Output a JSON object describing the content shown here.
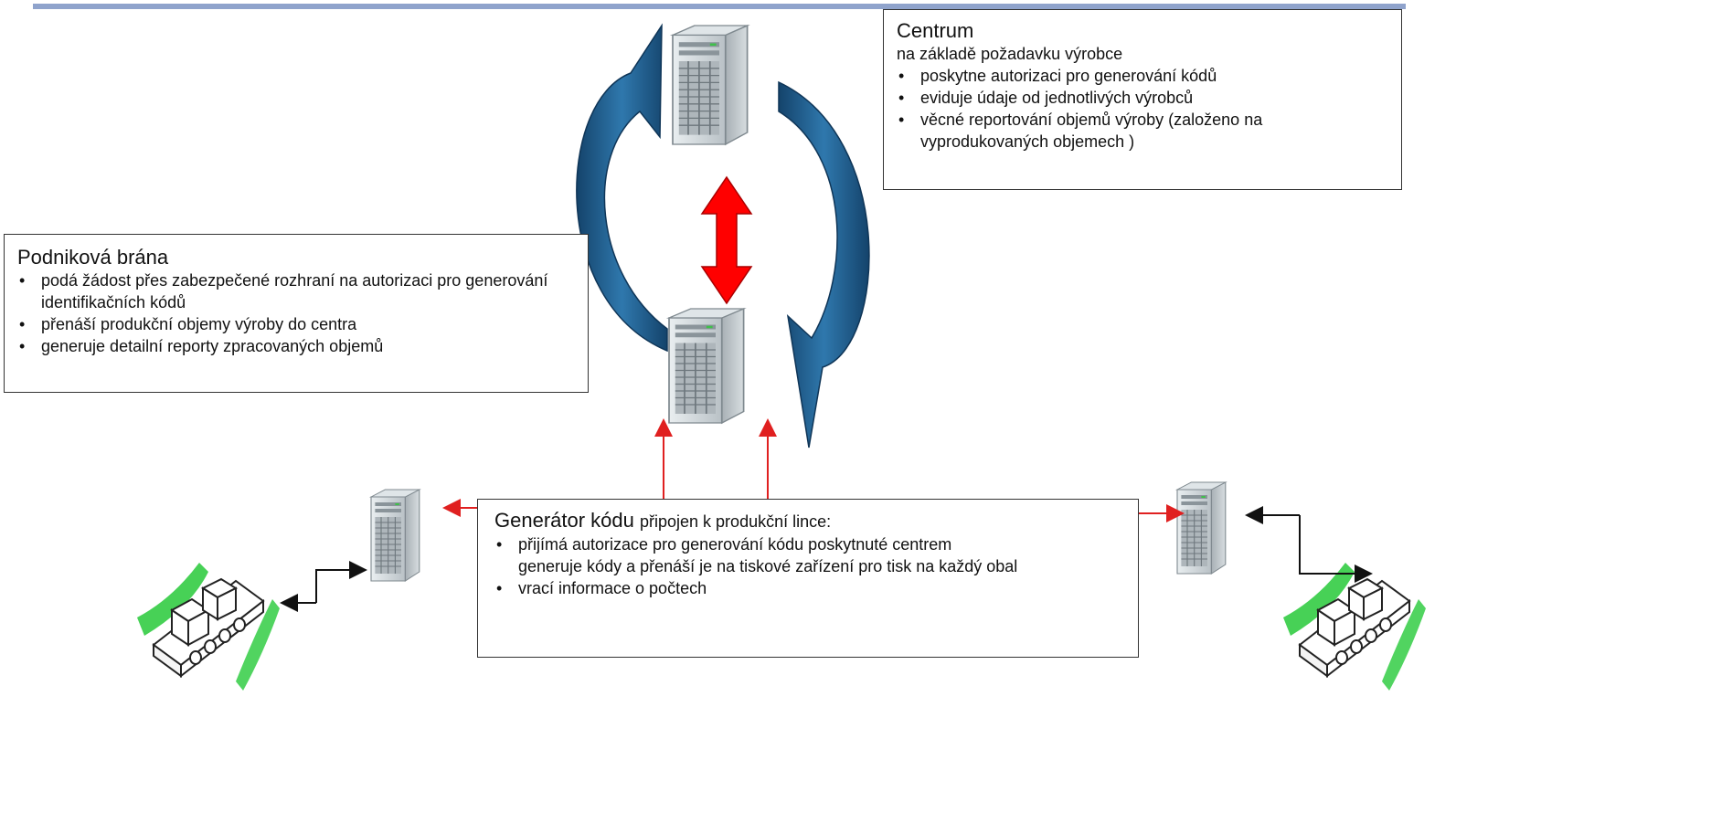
{
  "centrum": {
    "title": "Centrum",
    "subtitle": "na základě požadavku výrobce",
    "items": [
      "poskytne autorizaci pro generování kódů",
      "eviduje  údaje od jednotlivých výrobců",
      "věcné reportování objemů výroby (založeno na vyprodukovaných objemech )"
    ]
  },
  "podnikova_brana": {
    "title": "Podniková brána",
    "items": [
      "podá žádost přes zabezpečené rozhraní na autorizaci pro generování identifikačních kódů",
      "přenáší produkční objemy výroby do centra",
      "generuje detailní reporty zpracovaných objemů"
    ]
  },
  "generator": {
    "title": "Generátor kódu",
    "title_suffix": "připojen k produkční lince:",
    "items": [
      "přijímá autorizace pro generování kódu poskytnuté centrem",
      "generuje kódy a přenáší je na tiskové zařízení pro tisk na každý obal",
      "vrací informace o počtech"
    ]
  },
  "colors": {
    "cycle_arrow": "#1f5f8f",
    "cycle_arrow_dark": "#14436b",
    "red_arrow": "#ff0000",
    "red_line": "#e02020",
    "server_body": "#c9d0d4",
    "conveyor_green": "#33cc44",
    "accent_bar": "#8fa3cc"
  },
  "icons": [
    "server-icon",
    "conveyor-icon",
    "cycle-arrow-icon",
    "double-arrow-icon"
  ]
}
